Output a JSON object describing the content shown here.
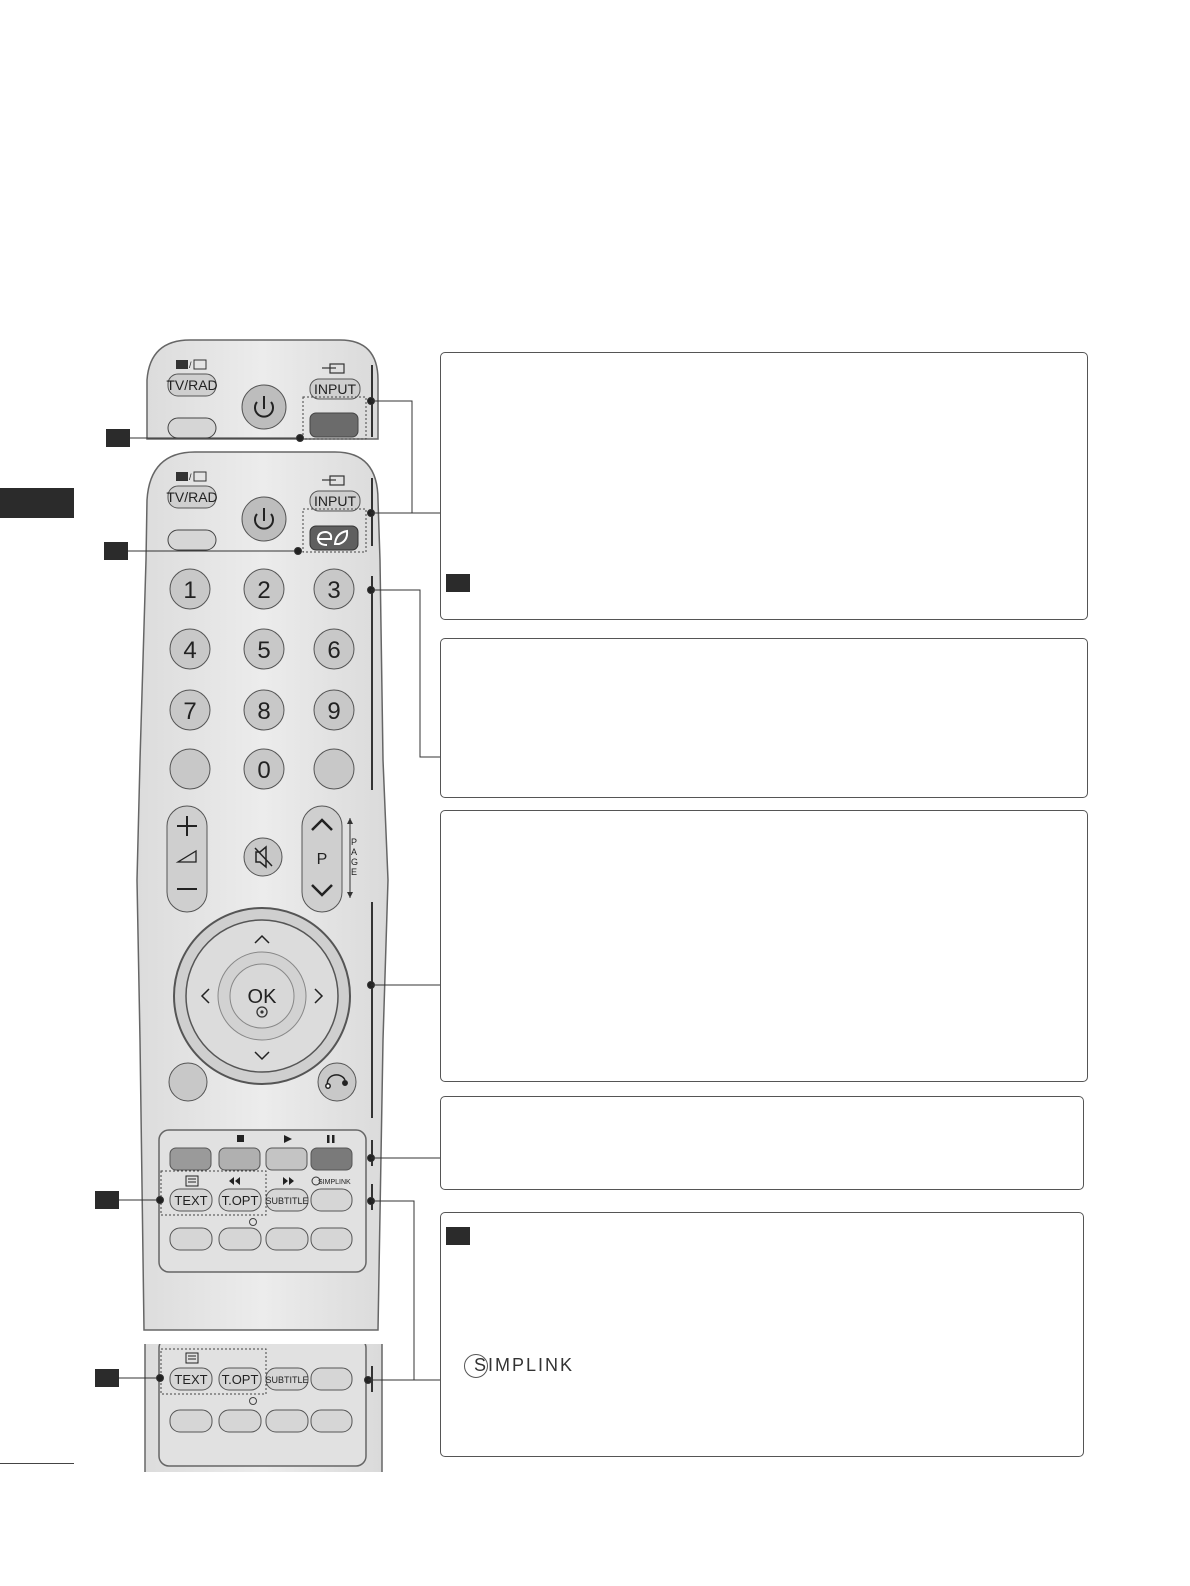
{
  "remote": {
    "tv_rad": "TV/RAD",
    "input": "INPUT",
    "digits": [
      "1",
      "2",
      "3",
      "4",
      "5",
      "6",
      "7",
      "8",
      "9",
      "0"
    ],
    "p_label": "P",
    "page_label": "PAGE",
    "ok_label": "OK",
    "text_label": "TEXT",
    "topt_label": "T.OPT",
    "subtitle_label": "SUBTITLE",
    "simplink_label": "SIMPLINK"
  },
  "simplink_logo": "SIMPLINK",
  "icons": [
    "tv-radio-icon",
    "power-icon",
    "input-icon",
    "energy-saving-icon",
    "volume-icon",
    "mute-icon",
    "channel-up-icon",
    "channel-down-icon",
    "arrow-up-icon",
    "arrow-down-icon",
    "arrow-left-icon",
    "arrow-right-icon",
    "back-icon",
    "stop-icon",
    "play-icon",
    "pause-icon",
    "rewind-icon",
    "fast-forward-icon",
    "teletext-icon"
  ]
}
